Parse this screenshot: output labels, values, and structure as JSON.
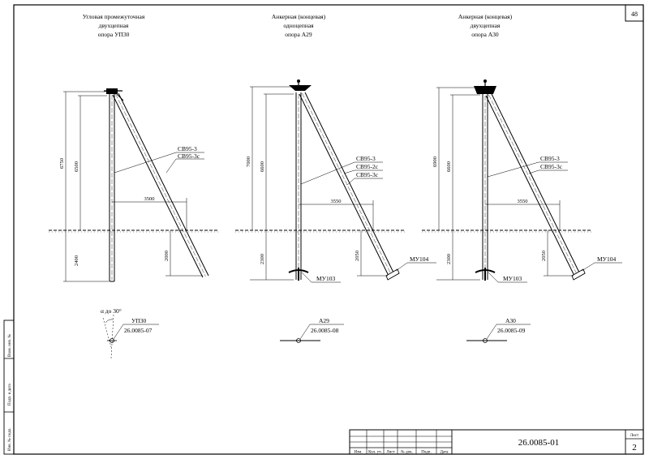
{
  "sheet_corner_number": "48",
  "supports": [
    {
      "title_lines": [
        "Угловая промежуточная",
        "двухцепная",
        "опора УП30"
      ],
      "dim_total": "6750",
      "dim_above": "6500",
      "dim_below": "2400",
      "dim_base": "3500",
      "dim_strut_depth": "2000",
      "callouts": [
        "СВ95-3",
        "СВ95-3с"
      ],
      "angle_label": "α до 30°",
      "plan_label": "УП30",
      "plan_code": "26.0085-07"
    },
    {
      "title_lines": [
        "Анкерная (концевая)",
        "одноцепная",
        "опора А29"
      ],
      "dim_total": "7000",
      "dim_above": "6600",
      "dim_below": "2300",
      "dim_base": "3550",
      "dim_strut_depth": "2050",
      "callouts": [
        "СВ95-3",
        "СВ95-2с",
        "СВ95-3с"
      ],
      "anchor_left": "МУ103",
      "anchor_right": "МУ104",
      "plan_label": "А29",
      "plan_code": "26.0085-08"
    },
    {
      "title_lines": [
        "Анкерная (концевая)",
        "двухцепная",
        "опора А30"
      ],
      "dim_total": "6900",
      "dim_above": "6600",
      "dim_below": "2300",
      "dim_base": "3550",
      "dim_strut_depth": "2050",
      "callouts": [
        "СВ95-3",
        "СВ95-3с"
      ],
      "anchor_left": "МУ103",
      "anchor_right": "МУ104",
      "plan_label": "А30",
      "plan_code": "26.0085-09"
    }
  ],
  "side_stamp": [
    "Взам. инв. №",
    "Подп. и дата",
    "Инв. № подл."
  ],
  "title_block": {
    "columns": [
      "Изм.",
      "Кол. уч.",
      "Лист",
      "№ док.",
      "Подп.",
      "Дата"
    ],
    "document_code": "26.0085-01",
    "sheet_label": "Лист",
    "sheet_number": "2"
  }
}
